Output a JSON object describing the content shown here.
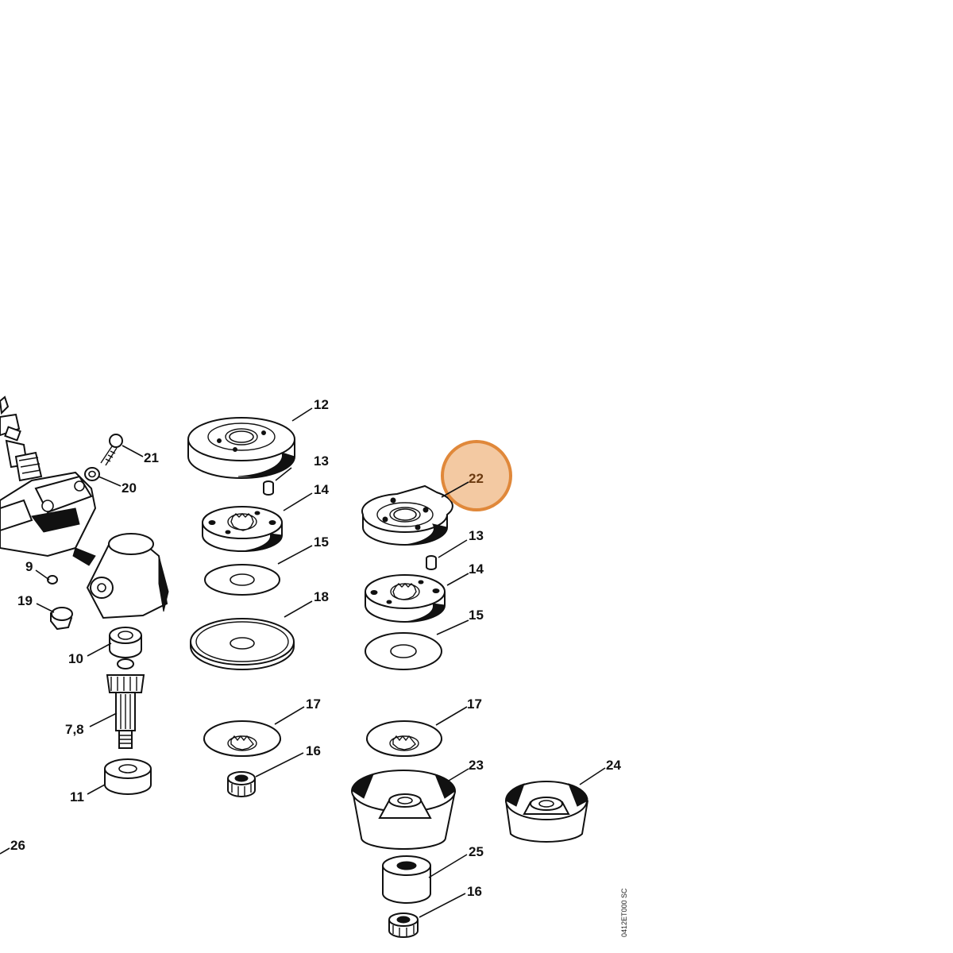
{
  "diagram": {
    "labels": {
      "p12": "12",
      "p21": "21",
      "p13a": "13",
      "p20": "20",
      "p14a": "14",
      "p22": "22",
      "p13b": "13",
      "p9": "9",
      "p15a": "15",
      "p14b": "14",
      "p19": "19",
      "p18": "18",
      "p15b": "15",
      "p10": "10",
      "p17a": "17",
      "p17b": "17",
      "p78": "7,8",
      "p16a": "16",
      "p23": "23",
      "p24": "24",
      "p11": "11",
      "p26": "26",
      "p25": "25",
      "p16b": "16"
    },
    "drawing_code": "0412ET000 SC",
    "highlight": {
      "part": "22",
      "color": "#e0883a",
      "fill": "#f3c9a2"
    }
  }
}
